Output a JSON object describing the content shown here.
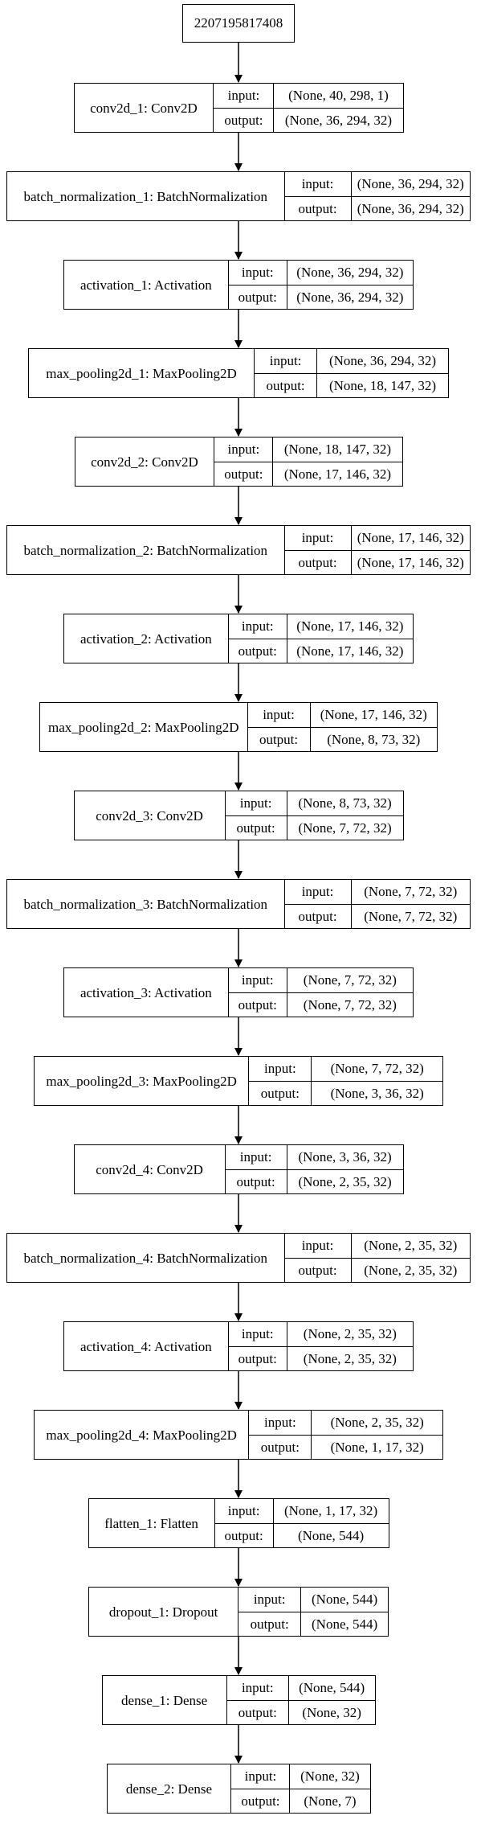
{
  "io_labels": {
    "input": "input:",
    "output": "output:"
  },
  "root": {
    "label": "2207195817408"
  },
  "layers": [
    {
      "name": "conv2d_1: Conv2D",
      "input": "(None, 40, 298, 1)",
      "output": "(None, 36, 294, 32)"
    },
    {
      "name": "batch_normalization_1: BatchNormalization",
      "input": "(None, 36, 294, 32)",
      "output": "(None, 36, 294, 32)"
    },
    {
      "name": "activation_1: Activation",
      "input": "(None, 36, 294, 32)",
      "output": "(None, 36, 294, 32)"
    },
    {
      "name": "max_pooling2d_1: MaxPooling2D",
      "input": "(None, 36, 294, 32)",
      "output": "(None, 18, 147, 32)"
    },
    {
      "name": "conv2d_2: Conv2D",
      "input": "(None, 18, 147, 32)",
      "output": "(None, 17, 146, 32)"
    },
    {
      "name": "batch_normalization_2: BatchNormalization",
      "input": "(None, 17, 146, 32)",
      "output": "(None, 17, 146, 32)"
    },
    {
      "name": "activation_2: Activation",
      "input": "(None, 17, 146, 32)",
      "output": "(None, 17, 146, 32)"
    },
    {
      "name": "max_pooling2d_2: MaxPooling2D",
      "input": "(None, 17, 146, 32)",
      "output": "(None, 8, 73, 32)"
    },
    {
      "name": "conv2d_3: Conv2D",
      "input": "(None, 8, 73, 32)",
      "output": "(None, 7, 72, 32)"
    },
    {
      "name": "batch_normalization_3: BatchNormalization",
      "input": "(None, 7, 72, 32)",
      "output": "(None, 7, 72, 32)"
    },
    {
      "name": "activation_3: Activation",
      "input": "(None, 7, 72, 32)",
      "output": "(None, 7, 72, 32)"
    },
    {
      "name": "max_pooling2d_3: MaxPooling2D",
      "input": "(None, 7, 72, 32)",
      "output": "(None, 3, 36, 32)"
    },
    {
      "name": "conv2d_4: Conv2D",
      "input": "(None, 3, 36, 32)",
      "output": "(None, 2, 35, 32)"
    },
    {
      "name": "batch_normalization_4: BatchNormalization",
      "input": "(None, 2, 35, 32)",
      "output": "(None, 2, 35, 32)"
    },
    {
      "name": "activation_4: Activation",
      "input": "(None, 2, 35, 32)",
      "output": "(None, 2, 35, 32)"
    },
    {
      "name": "max_pooling2d_4: MaxPooling2D",
      "input": "(None, 2, 35, 32)",
      "output": "(None, 1, 17, 32)"
    },
    {
      "name": "flatten_1: Flatten",
      "input": "(None, 1, 17, 32)",
      "output": "(None, 544)"
    },
    {
      "name": "dropout_1: Dropout",
      "input": "(None, 544)",
      "output": "(None, 544)"
    },
    {
      "name": "dense_1: Dense",
      "input": "(None, 544)",
      "output": "(None, 32)"
    },
    {
      "name": "dense_2: Dense",
      "input": "(None, 32)",
      "output": "(None, 7)"
    }
  ]
}
